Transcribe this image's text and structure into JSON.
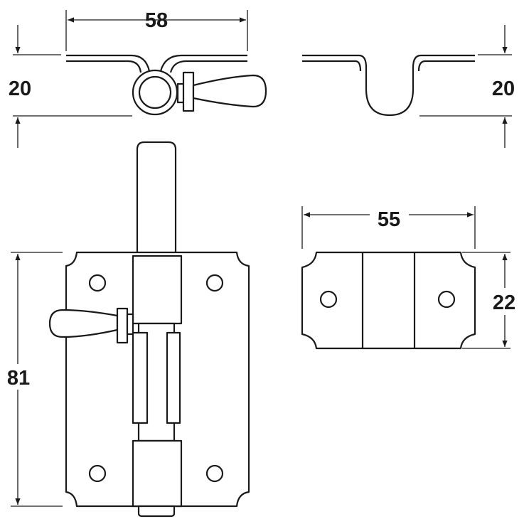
{
  "drawing": {
    "title": "Barrel bolt with lever and keeper - dimension drawing",
    "dimensions": {
      "bolt_plate_width": "58",
      "bolt_depth": "20",
      "keeper_depth": "20",
      "bolt_plate_height": "81",
      "keeper_width": "55",
      "keeper_height": "22"
    },
    "colors": {
      "line": "#1a1a1a",
      "background": "#ffffff"
    }
  }
}
